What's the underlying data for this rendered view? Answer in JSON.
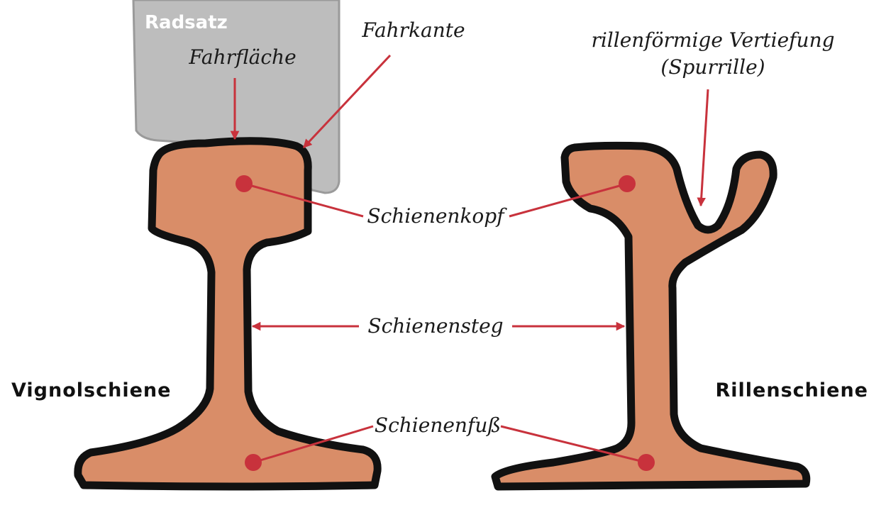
{
  "colors": {
    "rail_fill": "#d98d68",
    "outline": "#111111",
    "wheel_fill": "#bdbdbd",
    "wheel_stroke": "#9a9a9a",
    "marker": "#c8323c"
  },
  "labels": {
    "wheelset": "Radsatz",
    "running_surface": "Fahrfläche",
    "running_edge": "Fahrkante",
    "groove_line1": "rillenförmige Vertiefung",
    "groove_line2": "(Spurrille)",
    "rail_head": "Schienenkopf",
    "rail_web": "Schienensteg",
    "rail_foot": "Schienenfuß",
    "flat_bottom_rail": "Vignolschiene",
    "grooved_rail": "Rillenschiene"
  }
}
